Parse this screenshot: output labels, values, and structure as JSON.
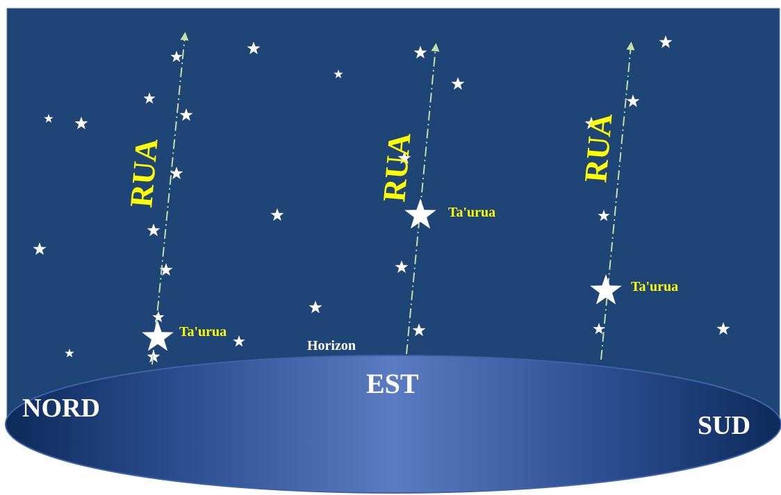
{
  "labels": {
    "rua": "RUA",
    "star_name": "Ta'urua",
    "horizon": "Horizon",
    "east": "EST",
    "north": "NORD",
    "south": "SUD"
  },
  "colors": {
    "sky": "#1f4576",
    "sky_border": "#5b7fb0",
    "ground_center": "#5b7bc2",
    "ground_edge": "#0e2a5a",
    "rua_text": "#ffff00",
    "path_line": "#c6dfa4",
    "star": "#ffffff",
    "cardinal_text": "#ffffff"
  }
}
